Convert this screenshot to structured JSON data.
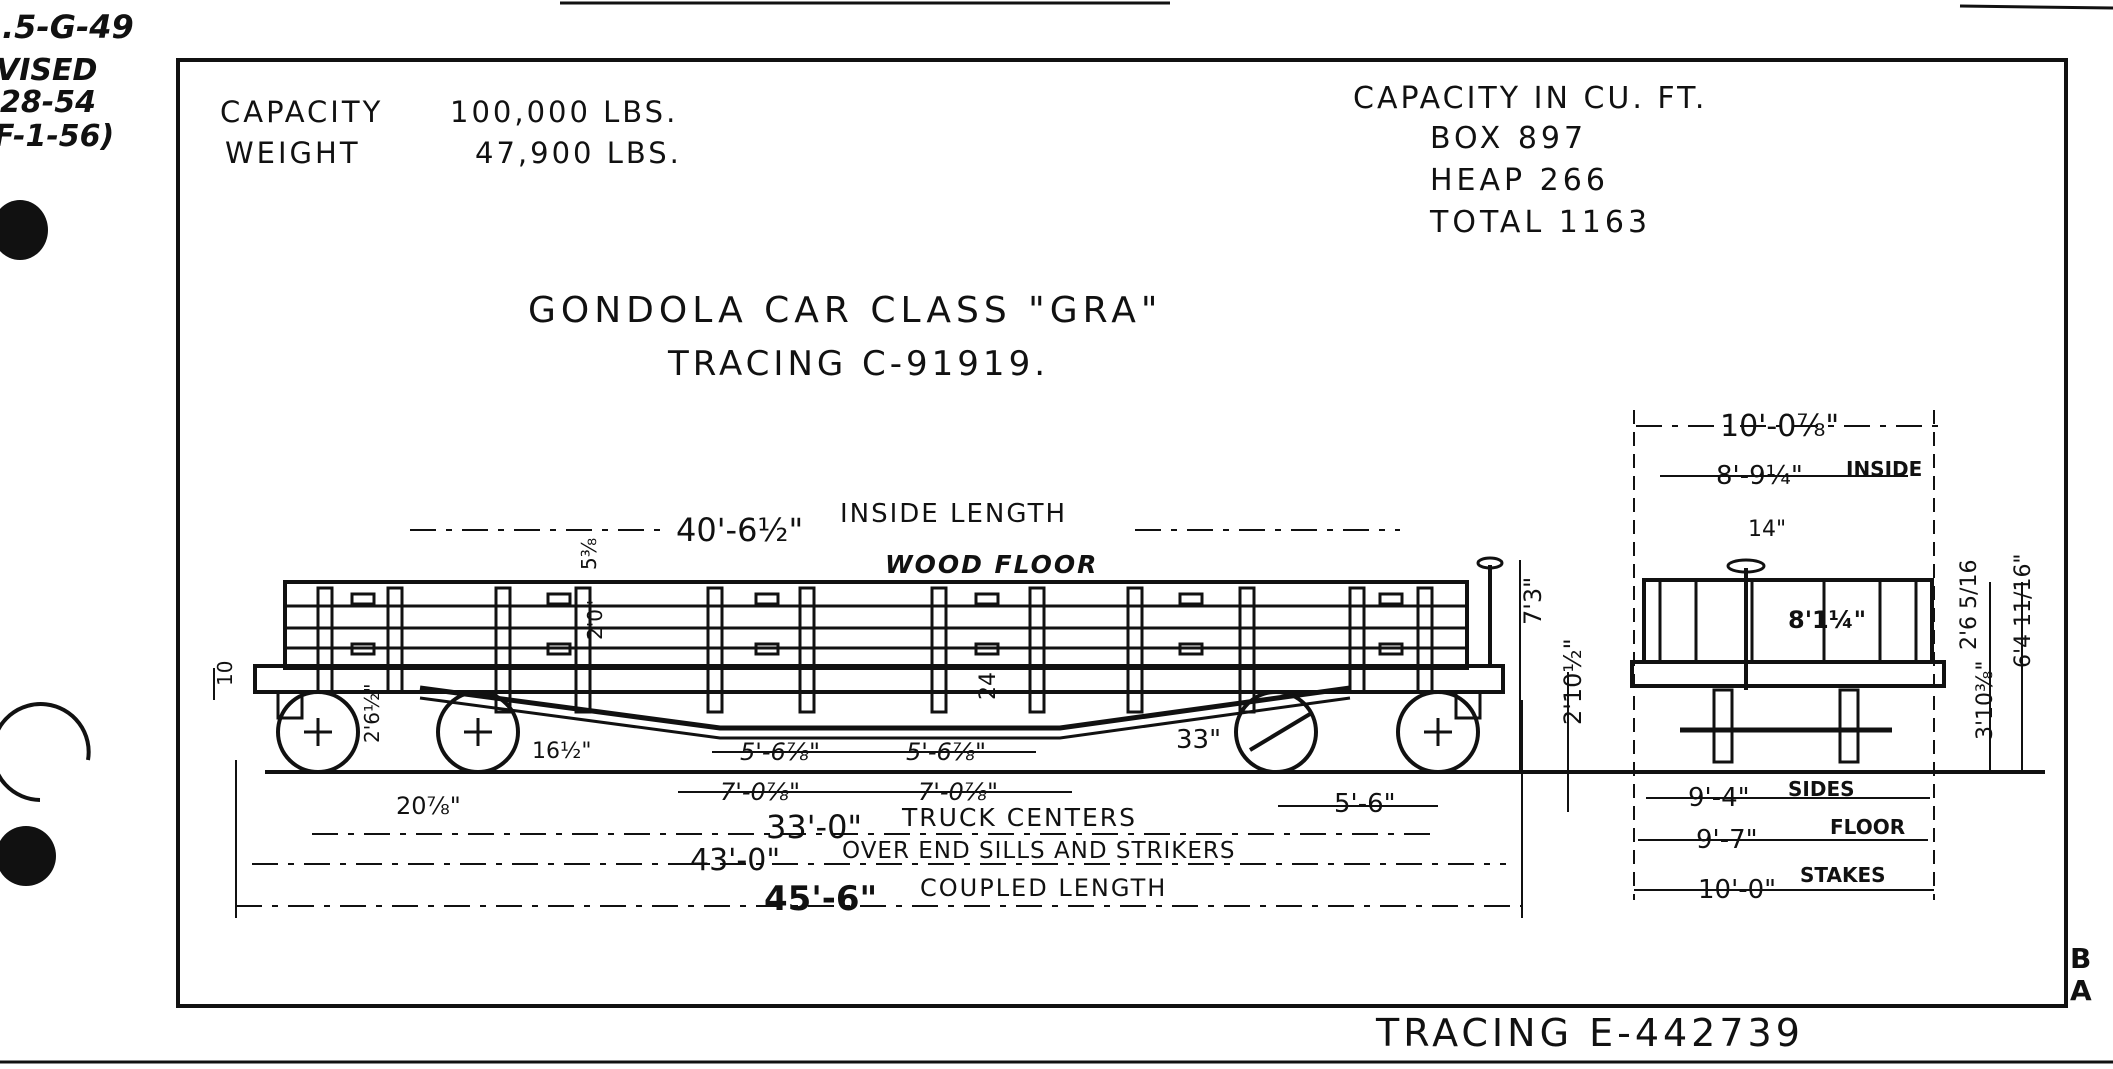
{
  "margin_notes": {
    "line1": ".5-G-49",
    "line2": "VISED",
    "line3": "28-54",
    "line4": "F-1-56)"
  },
  "specs": {
    "capacity_label": "CAPACITY",
    "capacity_value": "100,000 LBS.",
    "weight_label": "WEIGHT",
    "weight_value": "47,900 LBS."
  },
  "cu_ft": {
    "title": "CAPACITY IN CU. FT.",
    "box": "BOX 897",
    "heap": "HEAP 266",
    "total": "TOTAL 1163"
  },
  "title": {
    "main": "GONDOLA CAR CLASS \"GRA\"",
    "sub": "TRACING C-91919."
  },
  "side_view": {
    "inside_length": "40'-6½\"",
    "inside_length_label": "INSIDE LENGTH",
    "floor_label": "WOOD FLOOR",
    "dim_5_3_8": "5⅜",
    "dim_2_0": "2'0\"",
    "dim_10": "10",
    "dim_2_6_half": "2'6½\"",
    "dim_16_half": "16½\"",
    "dim_24": "24\"",
    "dim_5_6_78_a": "5'-6⅞\"",
    "dim_5_6_78_b": "5'-6⅞\"",
    "dim_7_0_78_a": "7'-0⅞\"",
    "dim_7_0_78_b": "7'-0⅞\"",
    "dim_20_78": "20⅞\"",
    "dim_33": "33\"",
    "dim_5_6": "5'-6\"",
    "dim_7_3": "7'3\"",
    "dim_2_10_half": "2'10½\"",
    "truck_centers": "33'-0\"",
    "truck_centers_label": "TRUCK CENTERS",
    "over_sills": "43'-0\"",
    "over_sills_label": "OVER END SILLS AND STRIKERS",
    "coupled": "45'-6\"",
    "coupled_label": "COUPLED LENGTH"
  },
  "end_view": {
    "width_top": "10'-0⅞\"",
    "inside": "8'-9¼\"",
    "inside_label": "INSIDE",
    "dim_14": "14\"",
    "dim_8_14": "8'1¼\"",
    "dim_2_6_516": "2'6 5/16",
    "dim_3_10_38": "3'10⅜\"",
    "dim_6_4_1116": "6'4 11/16\"",
    "sides": "9'-4\"",
    "sides_label": "SIDES",
    "floor": "9'-7\"",
    "floor_label": "FLOOR",
    "stakes": "10'-0\"",
    "stakes_label": "STAKES"
  },
  "corner": {
    "b": "B",
    "a": "A"
  },
  "tracing_number": "TRACING E-442739"
}
